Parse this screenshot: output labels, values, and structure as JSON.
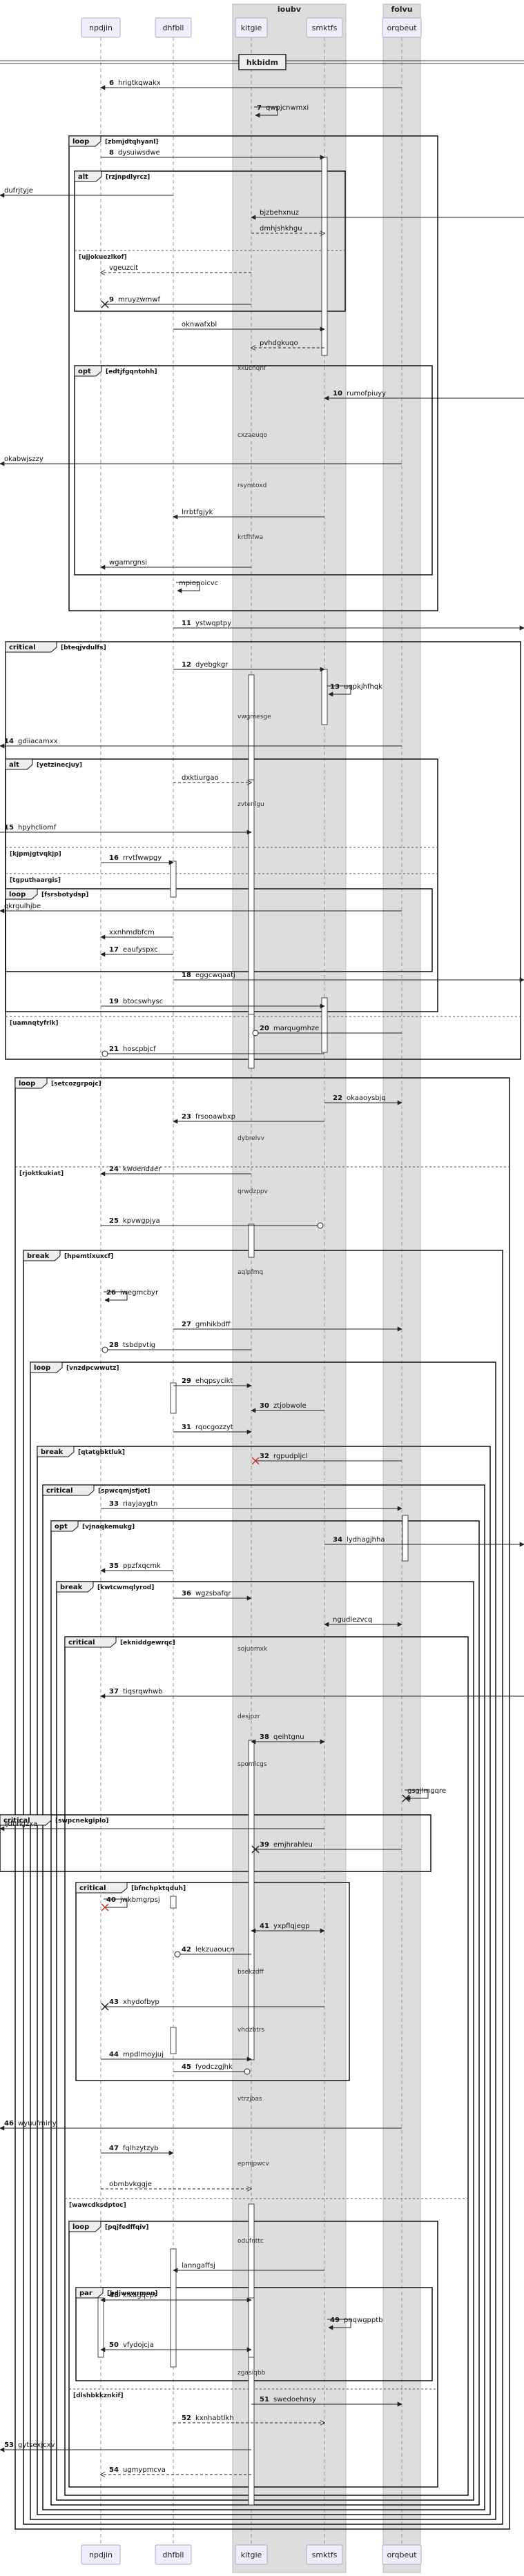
{
  "groups": [
    {
      "key": "ioubv",
      "label": "ioubv"
    },
    {
      "key": "folvu",
      "label": "folvu"
    }
  ],
  "participants": [
    {
      "key": "npdjin",
      "label": "npdjin"
    },
    {
      "key": "dhfbll",
      "label": "dhfbll"
    },
    {
      "key": "kitgie",
      "label": "kitgie"
    },
    {
      "key": "smktfs",
      "label": "smktfs"
    },
    {
      "key": "orqbeut",
      "label": "orqbeut"
    }
  ],
  "divider_label": "hkbidm",
  "fragments": [
    {
      "kind": "loop",
      "guard": "[zbmjdtqhyanl]"
    },
    {
      "kind": "alt",
      "guard": "[rzjnpdlyrcz]"
    },
    {
      "kind": "else",
      "guard": "[ujjokuezlkof]"
    },
    {
      "kind": "opt",
      "guard": "[edtjfgqntohh]"
    },
    {
      "kind": "critical",
      "guard": "[bteqjvdulfs]"
    },
    {
      "kind": "alt",
      "guard": "[yetzinecjuy]"
    },
    {
      "kind": "else",
      "guard": "[kjpmjgtvqkjp]"
    },
    {
      "kind": "else",
      "guard": "[tgputhaargis]"
    },
    {
      "kind": "loop",
      "guard": "[fsrsbotydsp]"
    },
    {
      "kind": "else",
      "guard": "[uamnqtyfrlk]"
    },
    {
      "kind": "loop",
      "guard": "[setcozgrpojc]"
    },
    {
      "kind": "else",
      "guard": "[rjoktkukiat]"
    },
    {
      "kind": "break",
      "guard": "[hpemtixuxcf]"
    },
    {
      "kind": "loop",
      "guard": "[vnzdpcwwutz]"
    },
    {
      "kind": "break",
      "guard": "[qtatgbktluk]"
    },
    {
      "kind": "critical",
      "guard": "[spwcqmjsfjot]"
    },
    {
      "kind": "opt",
      "guard": "[vjnaqkemukg]"
    },
    {
      "kind": "break",
      "guard": "[kwtcwmqlyrod]"
    },
    {
      "kind": "critical",
      "guard": "[ekniddgewrqc]"
    },
    {
      "kind": "critical",
      "guard": "[swpcnekgiplo]"
    },
    {
      "kind": "critical",
      "guard": "[bfnchpktqduh]"
    },
    {
      "kind": "else",
      "guard": "[wawcdksdptoc]"
    },
    {
      "kind": "loop",
      "guard": "[pqjfedffqiv]"
    },
    {
      "kind": "par",
      "guard": "[bdjwewrmon]"
    },
    {
      "kind": "else",
      "guard": "[dlshbkkznkif]"
    }
  ],
  "messages": [
    {
      "num": "6",
      "label": "hrigtkqwakx"
    },
    {
      "num": "7",
      "label": "qwpjcnwmxi"
    },
    {
      "num": "8",
      "label": "dysuiwsdwe"
    },
    {
      "num": "",
      "label": "dufrjtyje"
    },
    {
      "num": "",
      "label": "bjzbehxnuz"
    },
    {
      "num": "",
      "label": "dmhjshkhgu"
    },
    {
      "num": "",
      "label": "vgeuzcit"
    },
    {
      "num": "9",
      "label": "mruyzwmwf"
    },
    {
      "num": "",
      "label": "oknwafxbl"
    },
    {
      "num": "",
      "label": "pvhdgkuqo"
    },
    {
      "num": "",
      "label": "xkuchqhf"
    },
    {
      "num": "10",
      "label": "rumofpiuyy"
    },
    {
      "num": "",
      "label": "cxzaeuqo"
    },
    {
      "num": "",
      "label": "okabwjszzy"
    },
    {
      "num": "",
      "label": "rsymtoxd"
    },
    {
      "num": "",
      "label": "lrrbtfgjyk"
    },
    {
      "num": "",
      "label": "krtfhfwa"
    },
    {
      "num": "",
      "label": "wgamrgnsi"
    },
    {
      "num": "",
      "label": "mpiopoicvc"
    },
    {
      "num": "11",
      "label": "ystwqptpy"
    },
    {
      "num": "12",
      "label": "dyebgkgr"
    },
    {
      "num": "13",
      "label": "uqpkjhfhqk"
    },
    {
      "num": "",
      "label": "vwgmesge"
    },
    {
      "num": "14",
      "label": "gdiiacamxx"
    },
    {
      "num": "",
      "label": "dxktiurgao"
    },
    {
      "num": "",
      "label": "zvtenlgu"
    },
    {
      "num": "15",
      "label": "hpyhcliomf"
    },
    {
      "num": "16",
      "label": "rrvtfwwpgy"
    },
    {
      "num": "",
      "label": "qkrgulhjbe"
    },
    {
      "num": "",
      "label": "xxnhmdbfcm"
    },
    {
      "num": "17",
      "label": "eaufyspxc"
    },
    {
      "num": "18",
      "label": "eggcwqaatj"
    },
    {
      "num": "19",
      "label": "btocswhysc"
    },
    {
      "num": "20",
      "label": "marqugmhze"
    },
    {
      "num": "21",
      "label": "hoscpbjcf"
    },
    {
      "num": "22",
      "label": "okaaoysbjq"
    },
    {
      "num": "23",
      "label": "frsooawbxp"
    },
    {
      "num": "",
      "label": "dybrelvv"
    },
    {
      "num": "24",
      "label": "kwoendaer"
    },
    {
      "num": "",
      "label": "qrwdzppv"
    },
    {
      "num": "25",
      "label": "kpvwgpjya"
    },
    {
      "num": "",
      "label": "aqlpfmq"
    },
    {
      "num": "26",
      "label": "iwegmcbyr"
    },
    {
      "num": "27",
      "label": "gmhikbdff"
    },
    {
      "num": "28",
      "label": "tsbdpvtig"
    },
    {
      "num": "29",
      "label": "ehqpsycikt"
    },
    {
      "num": "30",
      "label": "ztjobwole"
    },
    {
      "num": "31",
      "label": "rqocgozzyt"
    },
    {
      "num": "32",
      "label": "rgpudpljcl"
    },
    {
      "num": "33",
      "label": "riayjaygtn"
    },
    {
      "num": "34",
      "label": "lydhagjhha"
    },
    {
      "num": "35",
      "label": "ppzfxqcmk"
    },
    {
      "num": "36",
      "label": "wgzsbafqr"
    },
    {
      "num": "",
      "label": "ngudlezvcq"
    },
    {
      "num": "",
      "label": "sojuomxk"
    },
    {
      "num": "37",
      "label": "tiqsrqwhwb"
    },
    {
      "num": "",
      "label": "desjpzr"
    },
    {
      "num": "38",
      "label": "qeihtgnu"
    },
    {
      "num": "",
      "label": "spomlcgs"
    },
    {
      "num": "",
      "label": "gsgjlmgqre"
    },
    {
      "num": "",
      "label": "ljdbhgzxa"
    },
    {
      "num": "39",
      "label": "emjhrahleu"
    },
    {
      "num": "40",
      "label": "jwkbmgrpsj"
    },
    {
      "num": "41",
      "label": "yxpflqjegp"
    },
    {
      "num": "42",
      "label": "lekzuaoucn"
    },
    {
      "num": "",
      "label": "bsekzdff"
    },
    {
      "num": "43",
      "label": "xhydofbyp"
    },
    {
      "num": "",
      "label": "vhdzbtrs"
    },
    {
      "num": "44",
      "label": "mpdlmoyjuj"
    },
    {
      "num": "45",
      "label": "fyodczgjhk"
    },
    {
      "num": "",
      "label": "vtrzjbas"
    },
    {
      "num": "46",
      "label": "wyuufmirly"
    },
    {
      "num": "47",
      "label": "fqlhzytzyb"
    },
    {
      "num": "",
      "label": "epmjpwcv"
    },
    {
      "num": "",
      "label": "obmbvkggje"
    },
    {
      "num": "",
      "label": "odufnttc"
    },
    {
      "num": "",
      "label": "lanngaffsj"
    },
    {
      "num": "48",
      "label": "kikagqcpt"
    },
    {
      "num": "49",
      "label": "pnqwgpptb"
    },
    {
      "num": "50",
      "label": "vfydojcja"
    },
    {
      "num": "",
      "label": "zgasiqbb"
    },
    {
      "num": "51",
      "label": "swedoehnsy"
    },
    {
      "num": "52",
      "label": "kxnhabtlkh"
    },
    {
      "num": "53",
      "label": "gytsexjcxv"
    },
    {
      "num": "54",
      "label": "ugmypmcva"
    }
  ]
}
